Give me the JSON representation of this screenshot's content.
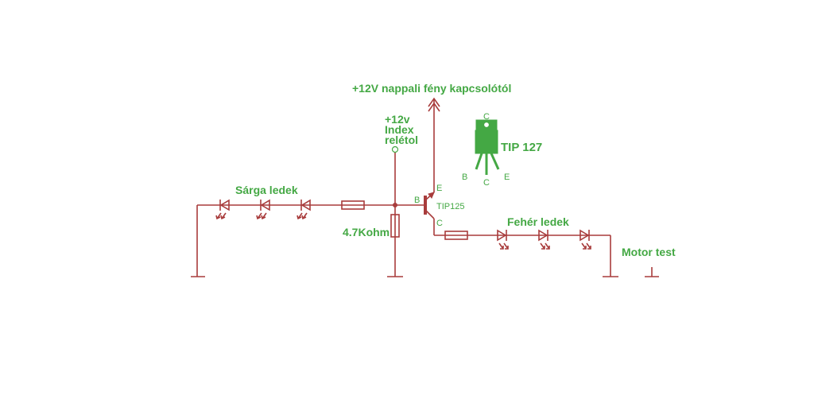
{
  "labels": {
    "supply_top": "+12V nappali fény kapcsolótól",
    "index_l1": "+12v",
    "index_l2": "Index",
    "index_l3": "relétol",
    "yellow_leds": "Sárga ledek",
    "white_leds": "Fehér ledek",
    "resistor": "4.7Kohm",
    "transistor": "TIP125",
    "pin_b": "B",
    "pin_e": "E",
    "pin_c": "C",
    "motor": "Motor test"
  },
  "package": {
    "name": "TIP 127",
    "pin_top": "C",
    "pin_b": "B",
    "pin_c": "C",
    "pin_e": "E"
  },
  "colors": {
    "wire": "#a83c3c",
    "text": "#44a844"
  }
}
